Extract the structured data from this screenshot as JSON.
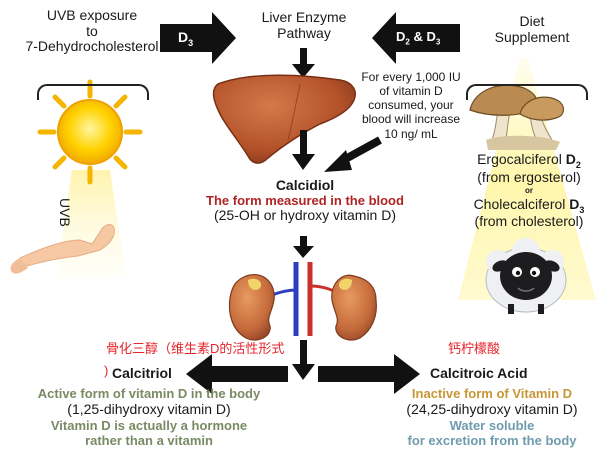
{
  "uvb": {
    "title_lines": [
      "UVB exposure",
      "to",
      "7-Dehydrocholesterol"
    ],
    "beam_label": "UVB"
  },
  "arrows": {
    "d3_label": "D3",
    "d2d3_label": "D2 & D3"
  },
  "liver": {
    "title_lines": [
      "Liver Enzyme",
      "Pathway"
    ],
    "note_lines": [
      "For every 1,000 IU",
      "of vitamin D",
      "consumed, your",
      "blood will increase",
      "10 ng/ mL"
    ]
  },
  "diet": {
    "title_lines": [
      "Diet",
      "Supplement"
    ],
    "ergo_name": "Ergocalciferol",
    "ergo_sub": "D2",
    "ergo_source": "(from ergosterol)",
    "or_label": "or",
    "chole_name": "Cholecalciferol",
    "chole_sub": "D3",
    "chole_source": "(from cholesterol)"
  },
  "calcidiol": {
    "name": "Calcidiol",
    "subtitle": "The form measured in the blood",
    "detail": "(25-OH or hydroxy vitamin D)"
  },
  "calcitriol": {
    "chinese_label": "骨化三醇（维生素D的活性形式",
    "bracket": ")",
    "name": "Calcitriol",
    "line1": "Active form of vitamin D in the body",
    "line2": "(1,25-dihydroxy vitamin D)",
    "line3": "Vitamin D is actually a hormone",
    "line4": "rather than a vitamin"
  },
  "calcitroic": {
    "chinese_label": "钙柠檬酸",
    "name": "Calcitroic Acid",
    "line1": "Inactive form of Vitamin D",
    "line2": "(24,25-dihydroxy vitamin D)",
    "line3": "Water soluble",
    "line4": "for excretion from the body"
  },
  "colors": {
    "red_text": "#b02424",
    "gray_green_text": "#7a8a63",
    "orange_text": "#c79636",
    "teal_text": "#6f9cad",
    "chinese_red": "#e6252a",
    "arrow": "#111111",
    "liver": "#b3522a"
  },
  "icons": [
    "sun-icon",
    "arm-icon",
    "liver-icon",
    "kidney-icon",
    "mushroom-icon",
    "sheep-icon"
  ]
}
